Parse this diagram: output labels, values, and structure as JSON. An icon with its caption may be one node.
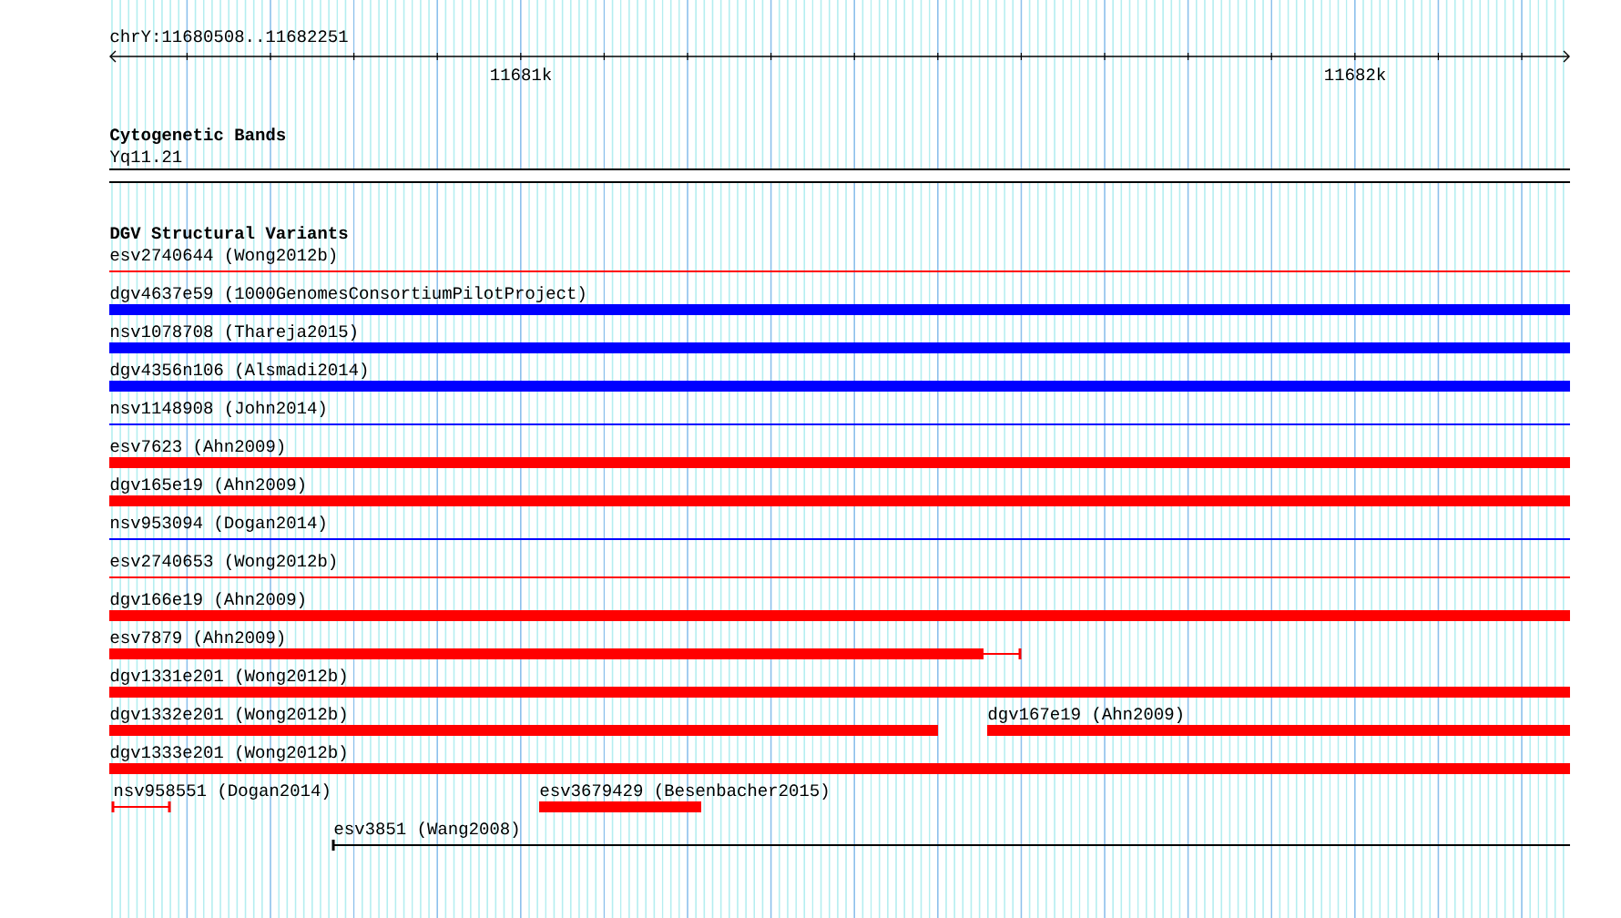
{
  "diagram": {
    "nodes": [
      {
        "text": [
          "Yq11.21"
        ]
      },
      {
        "text": [
          "esv2740644 (Wong2012b)"
        ]
      },
      {
        "text": [
          "dgv4637e59 (1000GenomesConsortiumPilotProject)"
        ]
      },
      {
        "text": [
          "nsv1078708 (Thareja2015)"
        ]
      },
      {
        "text": [
          "dgv4356n106 (Alsmadi2014)"
        ]
      },
      {
        "text": [
          "nsv1148908 (John2014)"
        ]
      },
      {
        "text": [
          "esv7623 (Ahn2009)"
        ]
      },
      {
        "text": [
          "dgv165e19 (Ahn2009)"
        ]
      },
      {
        "text": [
          "nsv953094 (Dogan2014)"
        ]
      },
      {
        "text": [
          "esv2740653 (Wong2012b)"
        ]
      },
      {
        "text": [
          "dgv166e19 (Ahn2009)"
        ]
      },
      {
        "text": [
          "esv7879 (Ahn2009)"
        ]
      },
      {
        "text": [
          "dgv1331e201 (Wong2012b)"
        ]
      },
      {
        "text": [
          "dgv1332e201 (Wong2012b)"
        ]
      },
      {
        "text": [
          "dgv167e19 (Ahn2009)"
        ]
      },
      {
        "text": [
          "dgv1333e201 (Wong2012b)"
        ]
      },
      {
        "text": [
          "nsv958551 (Dogan2014)"
        ]
      },
      {
        "text": [
          "esv3679429 (Besenbacher2015)"
        ]
      },
      {
        "text": [
          "esv3851 (Wang2008)"
        ]
      }
    ],
    "labels": [
      "chrY:11680508..11682251",
      "11681k",
      "11682k",
      "Cytogenetic Bands",
      "DGV Structural Variants"
    ]
  }
}
